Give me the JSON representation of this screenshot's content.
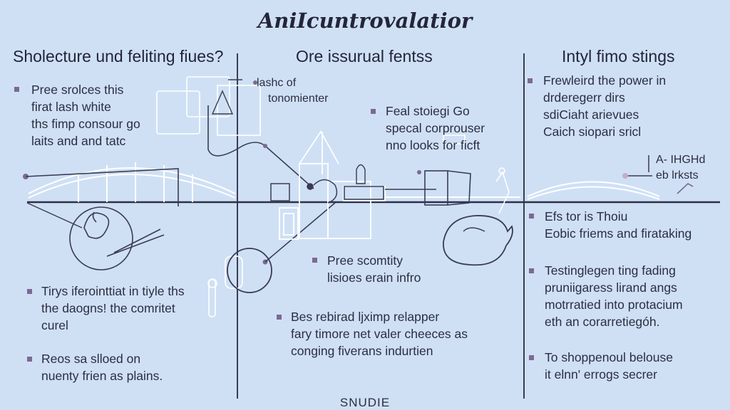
{
  "title": "AniIcuntrovalatior",
  "columns": [
    {
      "heading": "Sholecture und feliting fiues?"
    },
    {
      "heading": "Ore issurual fentss"
    },
    {
      "heading": "Intyl fimo stings"
    }
  ],
  "blocks": {
    "left_1": [
      "Pree srolces this",
      "firat lash white",
      "ths fimp consour go",
      "laits and and tatc"
    ],
    "left_2": [
      "Tirys iferointtiat in tiyle ths",
      "the daogns! the comritet",
      "curel"
    ],
    "left_3": [
      "Reos sa slloed on",
      "nuenty frien as plains."
    ],
    "mid_label": [
      "lashc of",
      "tonomienter"
    ],
    "mid_1": [
      "Feal stoiegi Go",
      "specal corprouser",
      "nno looks for ficft"
    ],
    "mid_2": [
      "Pree scomtity",
      "lisioes erain infro"
    ],
    "mid_3": [
      "Bes rebirad ljximp relapper",
      "fary timore net valer cheeces as",
      "conging fiverans indurtien"
    ],
    "right_1": [
      "Frewleird the power in",
      "drderegerr dirs",
      "sdiCiaht arievues",
      "Caich siopari sricl"
    ],
    "right_label": [
      "A- IHGHd",
      "eb lrksts"
    ],
    "right_2": [
      "Efs tor is  Thoiu",
      "Eobic friems and firataking"
    ],
    "right_3": [
      "Testinglegen ting fading",
      "pruniigaress lirand angs",
      "motrratied into protacium",
      "eth an corarretiegóh."
    ],
    "right_4": [
      "To shoppenoul belouse",
      "it elnn' errogs secrer"
    ]
  },
  "footer": "SNUDIE",
  "colors": {
    "background": "#cfe0f5",
    "ink": "#2a2b3d",
    "accent": "#7b6a92",
    "line_light": "#ffffff"
  }
}
